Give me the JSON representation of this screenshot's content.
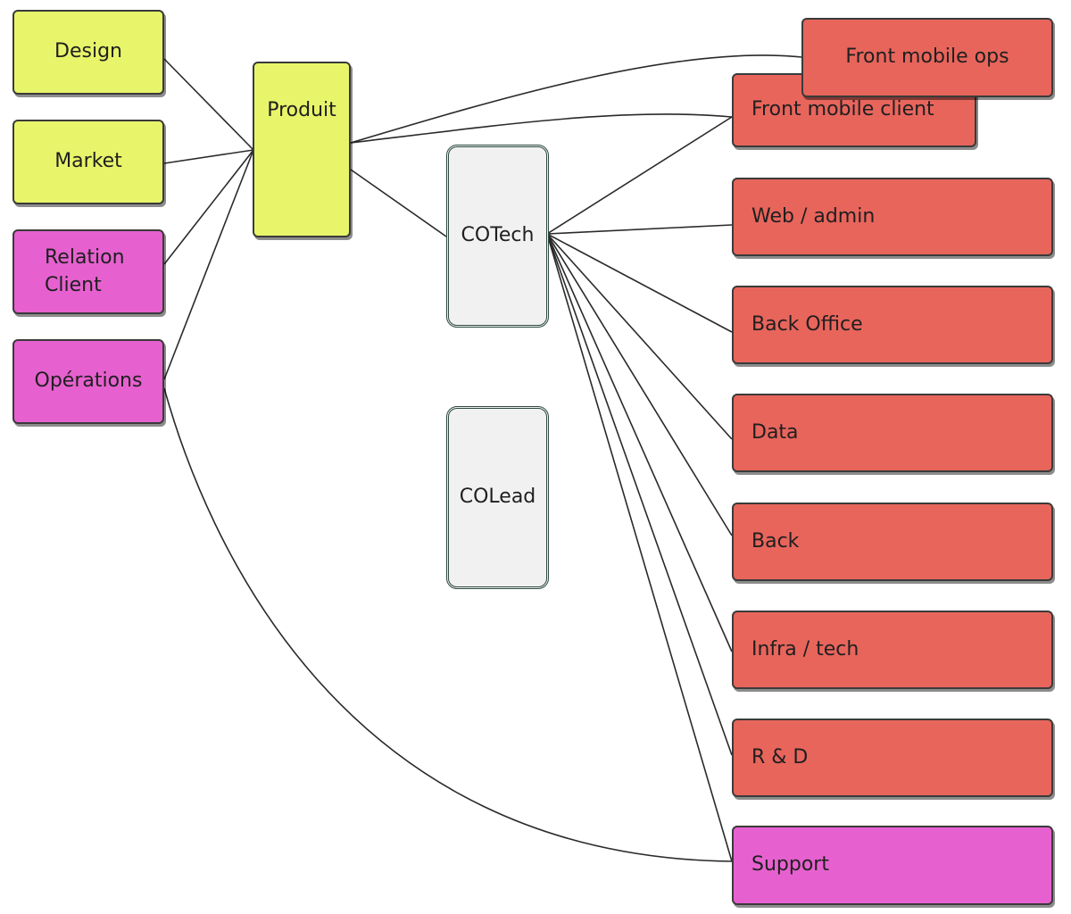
{
  "colors": {
    "yellow": "#e8f56a",
    "magenta": "#e661cf",
    "red": "#e8655c",
    "gray": "#f1f1f1",
    "stroke": "#2a2a2a"
  },
  "nodes": {
    "design": {
      "label": "Design"
    },
    "market": {
      "label": "Market"
    },
    "relation_client": {
      "label": "Relation\nClient"
    },
    "operations": {
      "label": "Opérations"
    },
    "produit": {
      "label": "Produit"
    },
    "cotech": {
      "label": "COTech"
    },
    "colead": {
      "label": "COLead"
    },
    "front_mobile_ops": {
      "label": "Front mobile ops"
    },
    "front_mobile_client": {
      "label": "Front mobile client"
    },
    "web_admin": {
      "label": "Web / admin"
    },
    "back_office": {
      "label": "Back Office"
    },
    "data": {
      "label": "Data"
    },
    "back": {
      "label": "Back"
    },
    "infra_tech": {
      "label": "Infra / tech"
    },
    "r_and_d": {
      "label": "R & D"
    },
    "support": {
      "label": "Support"
    }
  },
  "edges": [
    {
      "from": "design",
      "to": "produit"
    },
    {
      "from": "market",
      "to": "produit"
    },
    {
      "from": "relation_client",
      "to": "produit"
    },
    {
      "from": "operations",
      "to": "produit"
    },
    {
      "from": "operations",
      "to": "support"
    },
    {
      "from": "produit",
      "to": "front_mobile_ops"
    },
    {
      "from": "produit",
      "to": "front_mobile_client"
    },
    {
      "from": "produit",
      "to": "cotech"
    },
    {
      "from": "cotech",
      "to": "front_mobile_client"
    },
    {
      "from": "cotech",
      "to": "web_admin"
    },
    {
      "from": "cotech",
      "to": "back_office"
    },
    {
      "from": "cotech",
      "to": "data"
    },
    {
      "from": "cotech",
      "to": "back"
    },
    {
      "from": "cotech",
      "to": "infra_tech"
    },
    {
      "from": "cotech",
      "to": "r_and_d"
    },
    {
      "from": "cotech",
      "to": "support"
    }
  ]
}
